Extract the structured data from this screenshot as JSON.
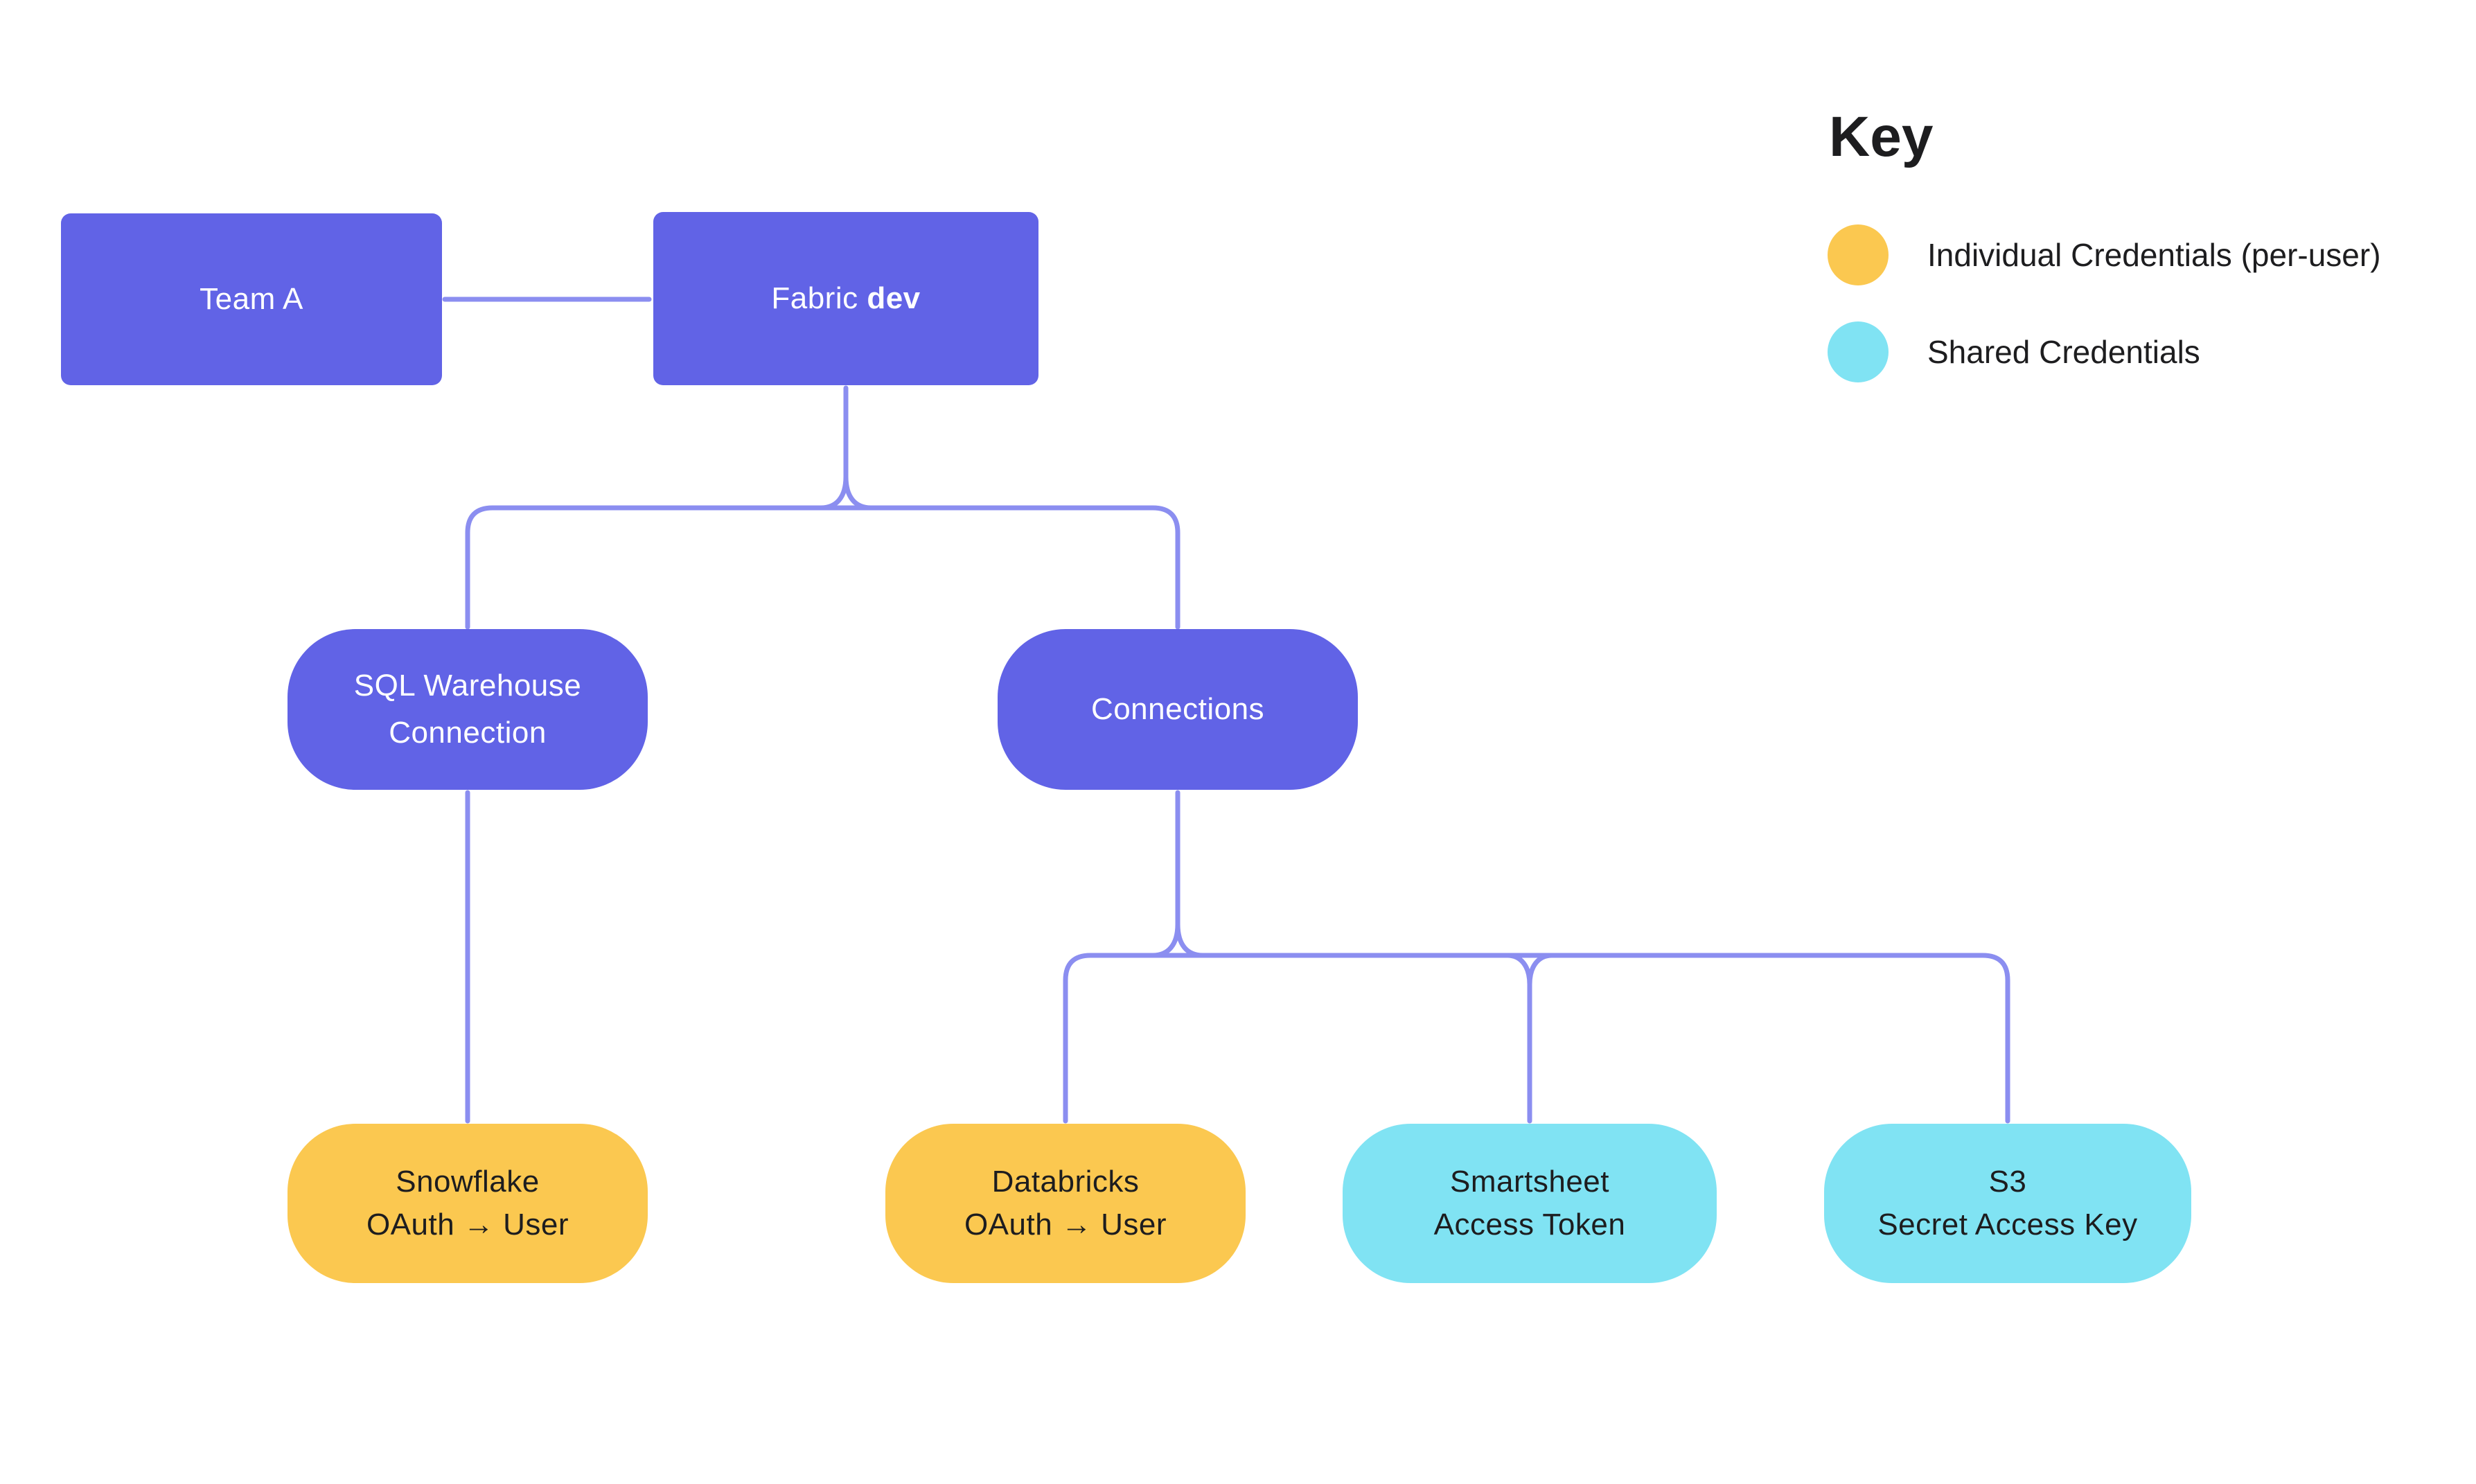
{
  "diagram": {
    "colors": {
      "node_purple": "#6163E6",
      "node_yellow": "#FBC850",
      "node_cyan": "#80E3F3",
      "connector": "#8B8EF0",
      "text_light": "#FFFFFF",
      "text_dark": "#1D1D1F"
    },
    "nodes": {
      "team_a": {
        "label": "Team A"
      },
      "fabric_dev": {
        "label_prefix": "Fabric",
        "label_bold": "dev"
      },
      "sql_warehouse": {
        "line1": "SQL Warehouse",
        "line2": "Connection"
      },
      "connections": {
        "label": "Connections"
      },
      "snowflake": {
        "line1": "Snowflake",
        "line2": "OAuth → User"
      },
      "databricks": {
        "line1": "Databricks",
        "line2": "OAuth → User"
      },
      "smartsheet": {
        "line1": "Smartsheet",
        "line2": "Access Token"
      },
      "s3": {
        "line1": "S3",
        "line2": "Secret Access Key"
      }
    },
    "key": {
      "title": "Key",
      "entries": [
        {
          "color": "#FBC850",
          "label": "Individual Credentials (per-user)"
        },
        {
          "color": "#80E3F3",
          "label": "Shared Credentials"
        }
      ]
    }
  }
}
